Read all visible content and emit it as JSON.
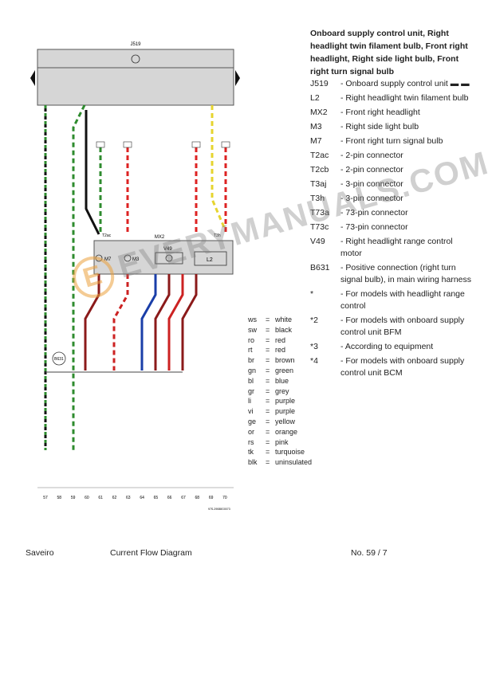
{
  "legend_title": "Onboard supply control unit, Right headlight twin filament bulb, Front right headlight, Right side light bulb, Front right turn signal bulb",
  "legend": [
    {
      "code": "J519",
      "desc": "Onboard supply control unit ▬ ▬"
    },
    {
      "code": "L2",
      "desc": "Right headlight twin filament bulb"
    },
    {
      "code": "MX2",
      "desc": "Front right headlight"
    },
    {
      "code": "M3",
      "desc": "Right side light bulb"
    },
    {
      "code": "M7",
      "desc": "Front right turn signal bulb"
    },
    {
      "code": "T2ac",
      "desc": "2-pin connector"
    },
    {
      "code": "T2cb",
      "desc": "2-pin connector"
    },
    {
      "code": "T3aj",
      "desc": "3-pin connector"
    },
    {
      "code": "T3h",
      "desc": "3-pin connector"
    },
    {
      "code": "T73a",
      "desc": "73-pin connector"
    },
    {
      "code": "T73c",
      "desc": "73-pin connector"
    },
    {
      "code": "V49",
      "desc": "Right headlight range control motor"
    },
    {
      "code": "B631",
      "desc": "Positive connection (right turn signal bulb), in main wiring harness"
    },
    {
      "code": "*",
      "desc": "For models with headlight range control"
    },
    {
      "code": "*2",
      "desc": "For models with onboard supply control unit BFM"
    },
    {
      "code": "*3",
      "desc": "According to equipment"
    },
    {
      "code": "*4",
      "desc": "For models with onboard supply control unit BCM"
    }
  ],
  "colors": [
    {
      "abbr": "ws",
      "name": "white"
    },
    {
      "abbr": "sw",
      "name": "black"
    },
    {
      "abbr": "ro",
      "name": "red"
    },
    {
      "abbr": "rt",
      "name": "red"
    },
    {
      "abbr": "br",
      "name": "brown"
    },
    {
      "abbr": "gn",
      "name": "green"
    },
    {
      "abbr": "bl",
      "name": "blue"
    },
    {
      "abbr": "gr",
      "name": "grey"
    },
    {
      "abbr": "li",
      "name": "purple"
    },
    {
      "abbr": "vi",
      "name": "purple"
    },
    {
      "abbr": "ge",
      "name": "yellow"
    },
    {
      "abbr": "or",
      "name": "orange"
    },
    {
      "abbr": "rs",
      "name": "pink"
    },
    {
      "abbr": "tk",
      "name": "turquoise"
    },
    {
      "abbr": "blk",
      "name": "uninsulated"
    }
  ],
  "diagram": {
    "unit_label": "J519",
    "mx2_label": "MX2",
    "v49_label": "V49",
    "m7_label": "M7",
    "m3_label": "M3",
    "l2_label": "L2",
    "b631_label": "B631",
    "t2ac_label": "T2ac",
    "t3h_label": "T3h",
    "track_numbers": [
      "57",
      "58",
      "59",
      "60",
      "61",
      "62",
      "63",
      "64",
      "65",
      "66",
      "67",
      "68",
      "69",
      "70"
    ],
    "drawing_code": "97S-29088G0073"
  },
  "footer": {
    "model": "Saveiro",
    "doc_type": "Current Flow Diagram",
    "number": "No.  59 / 7"
  },
  "watermark": "EVERYMANUALS.COM",
  "watermark_badge": "E"
}
